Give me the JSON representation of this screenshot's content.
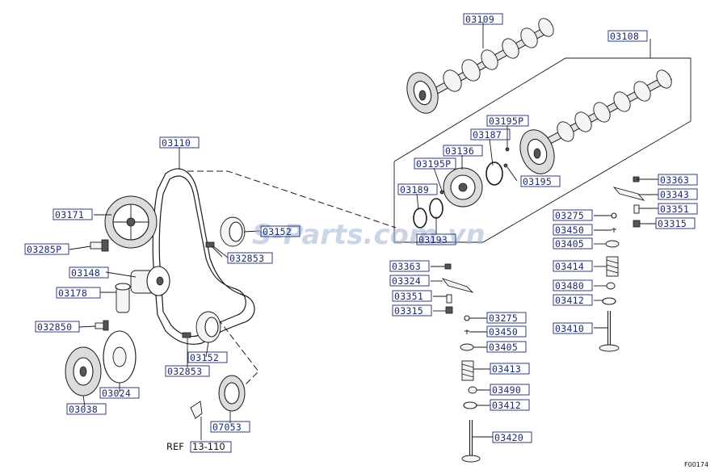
{
  "labels": {
    "p03109": "03109",
    "p03108": "03108",
    "p03195P_top": "03195P",
    "p03187": "03187",
    "p03136": "03136",
    "p03195P_mid": "03195P",
    "p03195": "03195",
    "p03189": "03189",
    "p03193": "03193",
    "p03110": "03110",
    "p03171": "03171",
    "p03285P": "03285P",
    "p03152_top": "03152",
    "p032853_top": "032853",
    "p03148": "03148",
    "p03178": "03178",
    "p032850": "032850",
    "p03152_bot": "03152",
    "p032853_bot": "032853",
    "p03024": "03024",
    "p03038": "03038",
    "p07053": "07053",
    "p03363_r": "03363",
    "p03343": "03343",
    "p03351_r": "03351",
    "p03315_r": "03315",
    "p03275_r": "03275",
    "p03450_r": "03450",
    "p03405_r": "03405",
    "p03414": "03414",
    "p03480": "03480",
    "p03412_r": "03412",
    "p03410": "03410",
    "p03363_m": "03363",
    "p03324": "03324",
    "p03351_m": "03351",
    "p03315_m": "03315",
    "p03275_m": "03275",
    "p03450_m": "03450",
    "p03405_m": "03405",
    "p03413": "03413",
    "p03490": "03490",
    "p03412_m": "03412",
    "p03420": "03420"
  },
  "reference": {
    "prefix": "REF",
    "code": "13-110"
  },
  "figure_id": "F00174",
  "watermark": "S-Parts.com.vn"
}
